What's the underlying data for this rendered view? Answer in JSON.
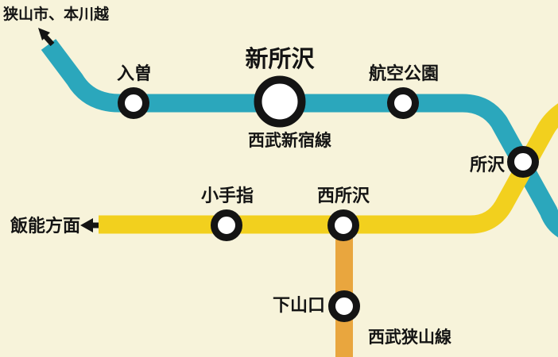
{
  "background_color": "#F7F3DA",
  "lines": {
    "shinjuku": {
      "label": "西武新宿線",
      "color": "#2BA7BC",
      "destination": "狭山市、本川越"
    },
    "ikebukuro": {
      "color": "#F2D01E",
      "destination": "飯能方面"
    },
    "sayama": {
      "label": "西武狭山線",
      "color": "#E9A63E"
    }
  },
  "stations": {
    "iriso": {
      "name": "入曽"
    },
    "shin_tokorozawa": {
      "name": "新所沢"
    },
    "kokukoen": {
      "name": "航空公園"
    },
    "tokorozawa": {
      "name": "所沢"
    },
    "kotesashi": {
      "name": "小手指"
    },
    "nishi_tokorozawa": {
      "name": "西所沢"
    },
    "shimo_yamaguchi": {
      "name": "下山口"
    }
  }
}
